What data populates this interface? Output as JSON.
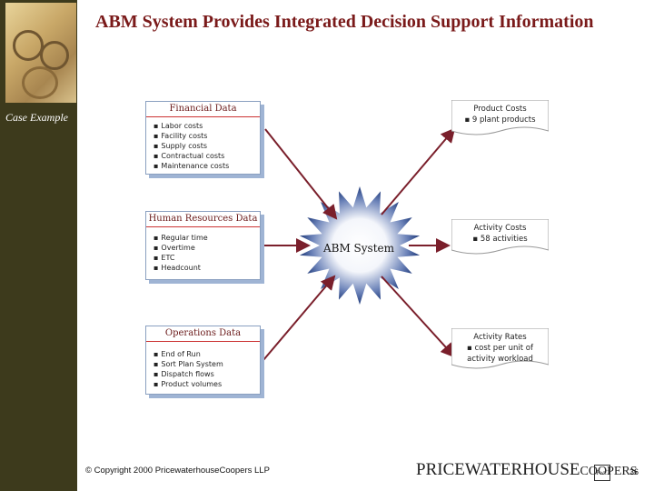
{
  "sidebar": {
    "case_label": "Case Example"
  },
  "title": "ABM System Provides Integrated Decision Support Information",
  "inputs": [
    {
      "heading": "Financial Data",
      "items": [
        "Labor costs",
        "Facility costs",
        "Supply costs",
        "Contractual costs",
        "Maintenance costs"
      ]
    },
    {
      "heading": "Human Resources Data",
      "items": [
        "Regular time",
        "Overtime",
        "ETC",
        "Headcount"
      ]
    },
    {
      "heading": "Operations Data",
      "items": [
        "End of Run",
        "Sort Plan System",
        "Dispatch flows",
        "Product volumes"
      ]
    }
  ],
  "center": {
    "label": "ABM System"
  },
  "outputs": [
    {
      "title": "Product Costs",
      "detail": "9 plant products"
    },
    {
      "title": "Activity Costs",
      "detail": "58 activities"
    },
    {
      "title": "Activity Rates",
      "detail": "cost per unit of activity workload"
    }
  ],
  "footer": {
    "copyright": "© Copyright 2000 PricewaterhouseCoopers LLP",
    "page_number": "36"
  },
  "logo": {
    "text_a": "PRICEWATERHOUSE",
    "text_b": "COOPERS",
    "mark": "PwC"
  },
  "colors": {
    "sidebar": "#3d3a1c",
    "title": "#7a1a1a",
    "arrow": "#7a1f2b",
    "box_shadow": "#9fb4d4",
    "starburst_outer": "#1f3a7a"
  }
}
